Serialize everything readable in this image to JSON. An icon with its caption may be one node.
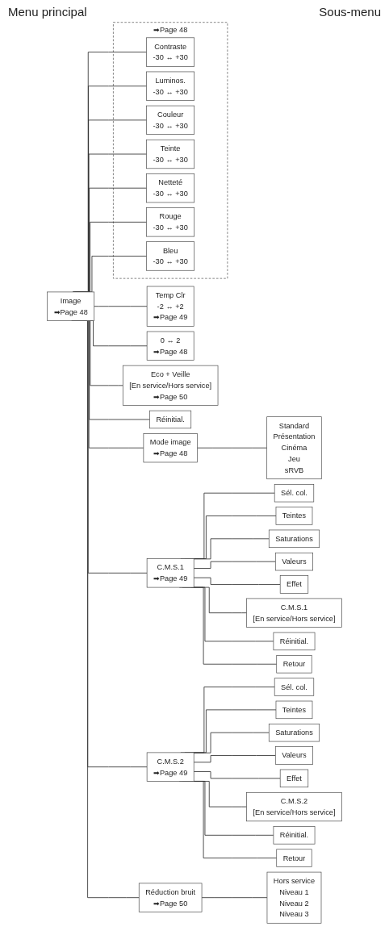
{
  "diagram": {
    "nodes": [
      {
        "text": [
          "Image",
          "➡Page 48"
        ]
      },
      {
        "text": [
          "Mode image",
          "➡Page 48"
        ]
      },
      {
        "text": [
          "Standard",
          "Présentation",
          "Cinéma",
          "Jeu",
          "sRVB"
        ]
      },
      {
        "text": [
          "➡Page 48"
        ]
      },
      {
        "text": [
          "Contraste",
          "-30 ↔ +30"
        ],
        "in": 3
      },
      {
        "text": [
          "Luminos.",
          "-30 ↔ +30"
        ],
        "in": 3
      },
      {
        "text": [
          "Couleur",
          "-30 ↔ +30"
        ],
        "in": 3
      },
      {
        "text": [
          "Teinte",
          "-30 ↔ +30"
        ],
        "in": 3
      },
      {
        "text": [
          "Netteté",
          "-30 ↔ +30"
        ],
        "in": 3
      },
      {
        "text": [
          "Rouge",
          "-30 ↔ +30"
        ],
        "in": 3
      },
      {
        "text": [
          "Bleu",
          "-30 ↔ +30"
        ],
        "in": 3
      },
      {
        "text": [
          "Temp Clr",
          "-2 ↔ +2",
          "➡Page 49"
        ]
      },
      {
        "text": [
          "0 ↔ 2",
          "➡Page 48"
        ]
      },
      {
        "text": [
          "C.M.S.1",
          "➡Page 49"
        ]
      },
      {
        "text": [
          "Sél. col."
        ]
      },
      {
        "text": [
          "Teintes"
        ]
      },
      {
        "text": [
          "Saturations"
        ]
      },
      {
        "text": [
          "Valeurs"
        ]
      },
      {
        "text": [
          "Effet"
        ]
      },
      {
        "text": [
          "C.M.S.1",
          "[En service/Hors service]"
        ]
      },
      {
        "text": [
          "Réinitial."
        ]
      },
      {
        "text": [
          "Retour"
        ]
      },
      {
        "text": [
          "C.M.S.2",
          "➡Page 49"
        ]
      },
      {
        "text": [
          "Sél. col."
        ]
      },
      {
        "text": [
          "Teintes"
        ]
      },
      {
        "text": [
          "Saturations"
        ]
      },
      {
        "text": [
          "Valeurs"
        ]
      },
      {
        "text": [
          "Effet"
        ]
      },
      {
        "text": [
          "C.M.S.2",
          "[En service/Hors service]"
        ]
      },
      {
        "text": [
          "Réinitial."
        ]
      },
      {
        "text": [
          "Retour"
        ]
      },
      {
        "text": [
          "Réduction bruit",
          "➡Page 50"
        ]
      },
      {
        "text": [
          "Hors service",
          "Niveau 1",
          "Niveau 2",
          "Niveau 3"
        ]
      },
      {
        "text": [
          "Eco + Veille",
          "[En service/Hors service]",
          "➡Page 50"
        ]
      },
      {
        "text": [
          "Réinitial."
        ]
      }
    ],
    "edges": [
      {
        "from": 0,
        "to": 1,
        "arrow": "none"
      },
      {
        "from": 1,
        "to": 2,
        "arrow": "none"
      },
      {
        "from": 0,
        "to": 4,
        "arrow": "none"
      },
      {
        "from": 0,
        "to": 5,
        "arrow": "none"
      },
      {
        "from": 0,
        "to": 6,
        "arrow": "none"
      },
      {
        "from": 0,
        "to": 7,
        "arrow": "none"
      },
      {
        "from": 0,
        "to": 8,
        "arrow": "none"
      },
      {
        "from": 0,
        "to": 9,
        "arrow": "none"
      },
      {
        "from": 0,
        "to": 10,
        "arrow": "none"
      },
      {
        "from": 0,
        "to": 11,
        "arrow": "none"
      },
      {
        "from": 0,
        "to": 12,
        "arrow": "none"
      },
      {
        "from": 0,
        "to": 13,
        "arrow": "none"
      },
      {
        "from": 13,
        "to": 14,
        "arrow": "none"
      },
      {
        "from": 13,
        "to": 15,
        "arrow": "none"
      },
      {
        "from": 13,
        "to": 16,
        "arrow": "none"
      },
      {
        "from": 13,
        "to": 17,
        "arrow": "none"
      },
      {
        "from": 13,
        "to": 18,
        "arrow": "none"
      },
      {
        "from": 13,
        "to": 19,
        "arrow": "none"
      },
      {
        "from": 13,
        "to": 20,
        "arrow": "none"
      },
      {
        "from": 13,
        "to": 21,
        "arrow": "none"
      },
      {
        "from": 0,
        "to": 22,
        "arrow": "none"
      },
      {
        "from": 22,
        "to": 23,
        "arrow": "none"
      },
      {
        "from": 22,
        "to": 24,
        "arrow": "none"
      },
      {
        "from": 22,
        "to": 25,
        "arrow": "none"
      },
      {
        "from": 22,
        "to": 26,
        "arrow": "none"
      },
      {
        "from": 22,
        "to": 27,
        "arrow": "none"
      },
      {
        "from": 22,
        "to": 28,
        "arrow": "none"
      },
      {
        "from": 22,
        "to": 29,
        "arrow": "none"
      },
      {
        "from": 22,
        "to": 30,
        "arrow": "none"
      },
      {
        "from": 0,
        "to": 31,
        "arrow": "none"
      },
      {
        "from": 31,
        "to": 32,
        "arrow": "none"
      },
      {
        "from": 0,
        "to": 33,
        "arrow": "none"
      },
      {
        "from": 0,
        "to": 34,
        "arrow": "none"
      }
    ],
    "labels": [
      "Menu principal",
      "Sous-menu"
    ]
  }
}
